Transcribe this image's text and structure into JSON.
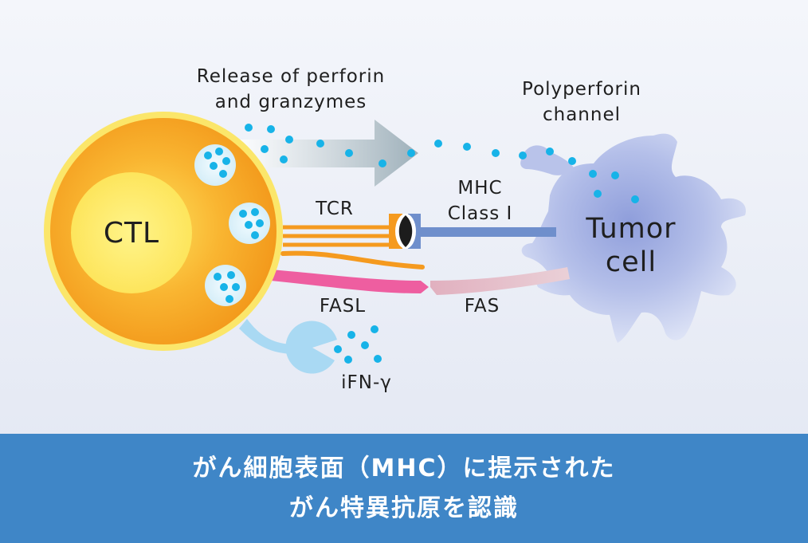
{
  "labels": {
    "release": "Release of perforin\nand granzymes",
    "polyperforin": "Polyperforin\nchannel",
    "tcr": "TCR",
    "mhc": "MHC\nClass I",
    "ctl": "CTL",
    "tumor": "Tumor\ncell",
    "fasl": "FASL",
    "fas": "FAS",
    "ifn": "iFN-γ"
  },
  "caption": {
    "line1": "がん細胞表面（MHC）に提示された",
    "line2": "がん特異抗原を認識"
  },
  "colors": {
    "ctl_outer": "#f7a21c",
    "ctl_ring": "#fbe66a",
    "ctl_nucleus": "#fde96c",
    "tumor": "#b9c3ea",
    "dots": "#17b3e8",
    "tcr": "#f59a1f",
    "mhc": "#6f8fcc",
    "fasl": "#ee5ea0",
    "fas": "#e3bdc7",
    "ifn_receptor": "#a9d9f3",
    "caption_bg": "#3f86c7"
  }
}
